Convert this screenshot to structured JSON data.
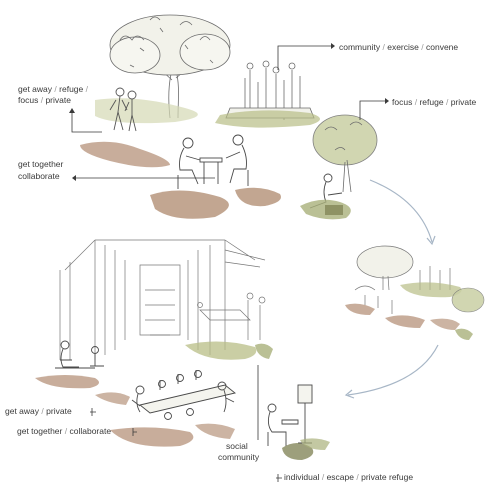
{
  "labels": {
    "top_right_1": [
      "community",
      "exercise",
      "convene"
    ],
    "top_right_2": [
      "focus",
      "refuge",
      "private"
    ],
    "top_left_line1": [
      "get away",
      "refuge"
    ],
    "top_left_line2": [
      "focus",
      "private"
    ],
    "top_left_together_1": "get together",
    "top_left_together_2": "collaborate",
    "bottom_getaway": [
      "get away",
      "private"
    ],
    "bottom_together": [
      "get together",
      "collaborate"
    ],
    "bottom_social_1": "social",
    "bottom_social_2": "community",
    "bottom_individual": [
      "individual",
      "escape",
      "private refuge"
    ]
  },
  "separator": "/",
  "colors": {
    "ink": "#3a3a3a",
    "sketch": "#6b6b6b",
    "earth": "#9a6a48",
    "moss": "#a9b07a",
    "foliage": "#c9cfa4",
    "arrow": "#a7b6c6"
  }
}
